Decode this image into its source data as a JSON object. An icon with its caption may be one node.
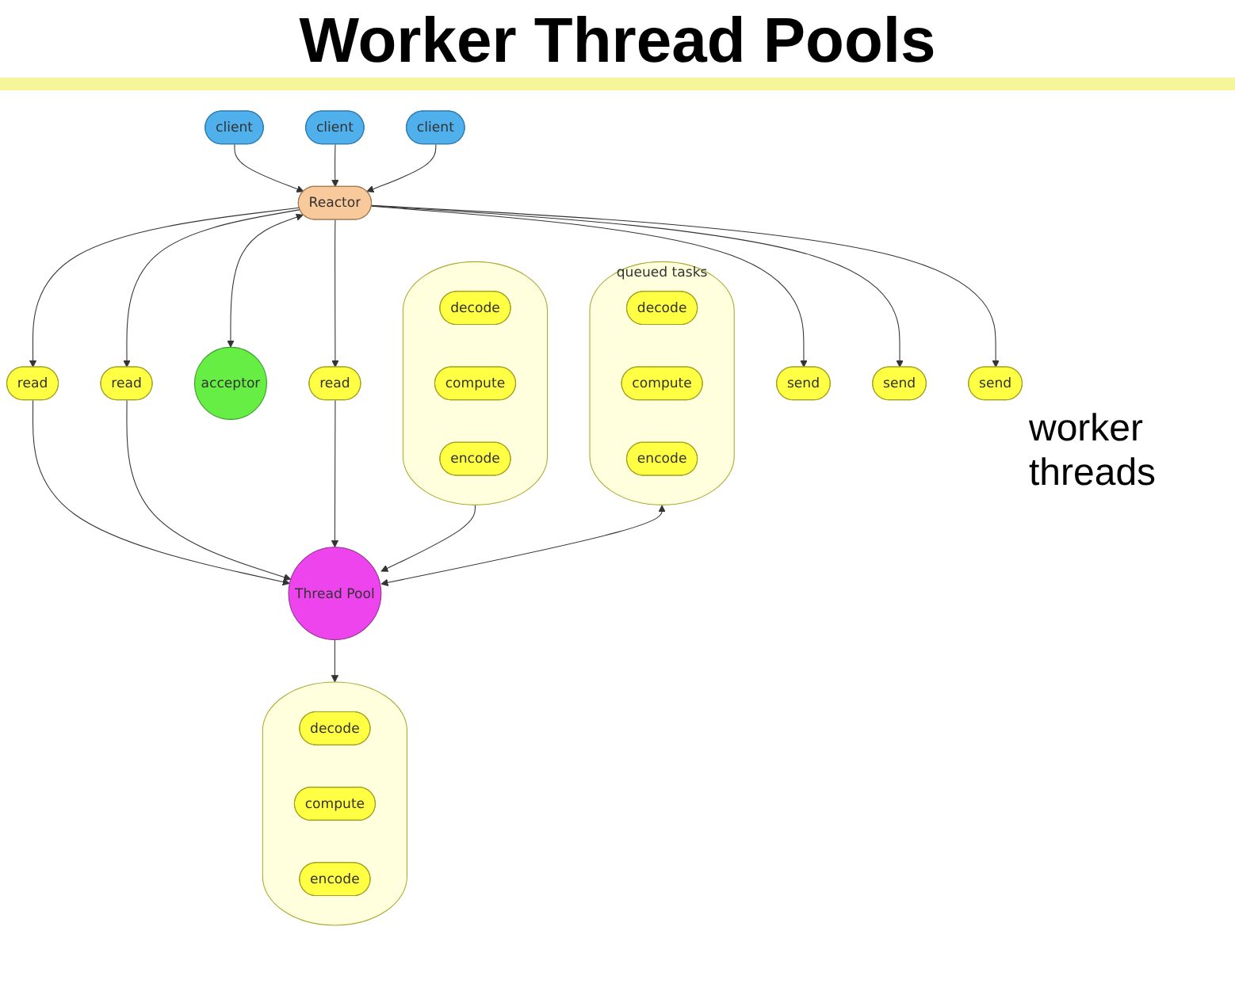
{
  "diagram": {
    "title": "Worker Thread Pools",
    "nodes": [
      {
        "text": [
          "client"
        ]
      },
      {
        "text": [
          "Reactor"
        ]
      },
      {
        "text": [
          "client"
        ]
      },
      {
        "text": [
          "client"
        ]
      },
      {
        "text": [
          "acceptor"
        ]
      },
      {
        "text": [
          "read"
        ]
      },
      {
        "text": [
          "read"
        ]
      },
      {
        "text": [
          "read"
        ]
      },
      {
        "text": [
          "send"
        ]
      },
      {
        "text": [
          "send"
        ]
      },
      {
        "text": [
          "send"
        ]
      },
      {
        "text": [
          "Thread Pool"
        ]
      },
      {
        "text": [],
        "shape": "ellipse"
      },
      {
        "text": [
          "decode"
        ],
        "in": 12
      },
      {
        "text": [
          "compute"
        ],
        "in": 12
      },
      {
        "text": [
          "encode"
        ],
        "in": 12
      },
      {
        "text": [],
        "shape": "ellipse"
      },
      {
        "text": [
          "decode"
        ],
        "in": 16
      },
      {
        "text": [
          "compute"
        ],
        "in": 16
      },
      {
        "text": [
          "encode"
        ],
        "in": 16
      },
      {
        "text": [],
        "shape": "ellipse",
        "beside": [
          "queued tasks"
        ]
      },
      {
        "text": [
          "decode"
        ],
        "in": 20
      },
      {
        "text": [
          "compute"
        ],
        "in": 20
      },
      {
        "text": [
          "encode"
        ],
        "in": 20
      }
    ],
    "edges": [
      {
        "from": 0,
        "to": 1,
        "arrow": "to"
      },
      {
        "from": 2,
        "to": 1,
        "arrow": "to"
      },
      {
        "from": 3,
        "to": 1,
        "arrow": "to"
      },
      {
        "from": 1,
        "to": 4,
        "arrow": "both"
      },
      {
        "from": 1,
        "to": 5,
        "arrow": "to"
      },
      {
        "from": 1,
        "to": 6,
        "arrow": "to"
      },
      {
        "from": 1,
        "to": 7,
        "arrow": "to"
      },
      {
        "from": 5,
        "to": 11,
        "arrow": "to"
      },
      {
        "from": 6,
        "to": 11,
        "arrow": "to"
      },
      {
        "from": 7,
        "to": 11,
        "arrow": "to"
      },
      {
        "from": 1,
        "to": 8,
        "arrow": "to"
      },
      {
        "from": 1,
        "to": 9,
        "arrow": "to"
      },
      {
        "from": 1,
        "to": 10,
        "arrow": "to"
      },
      {
        "from": 12,
        "to": 11,
        "arrow": "to"
      },
      {
        "from": 11,
        "to": 16,
        "arrow": "to"
      },
      {
        "from": 20,
        "to": 11,
        "arrow": "both"
      }
    ],
    "labels": [
      "worker threads"
    ]
  }
}
